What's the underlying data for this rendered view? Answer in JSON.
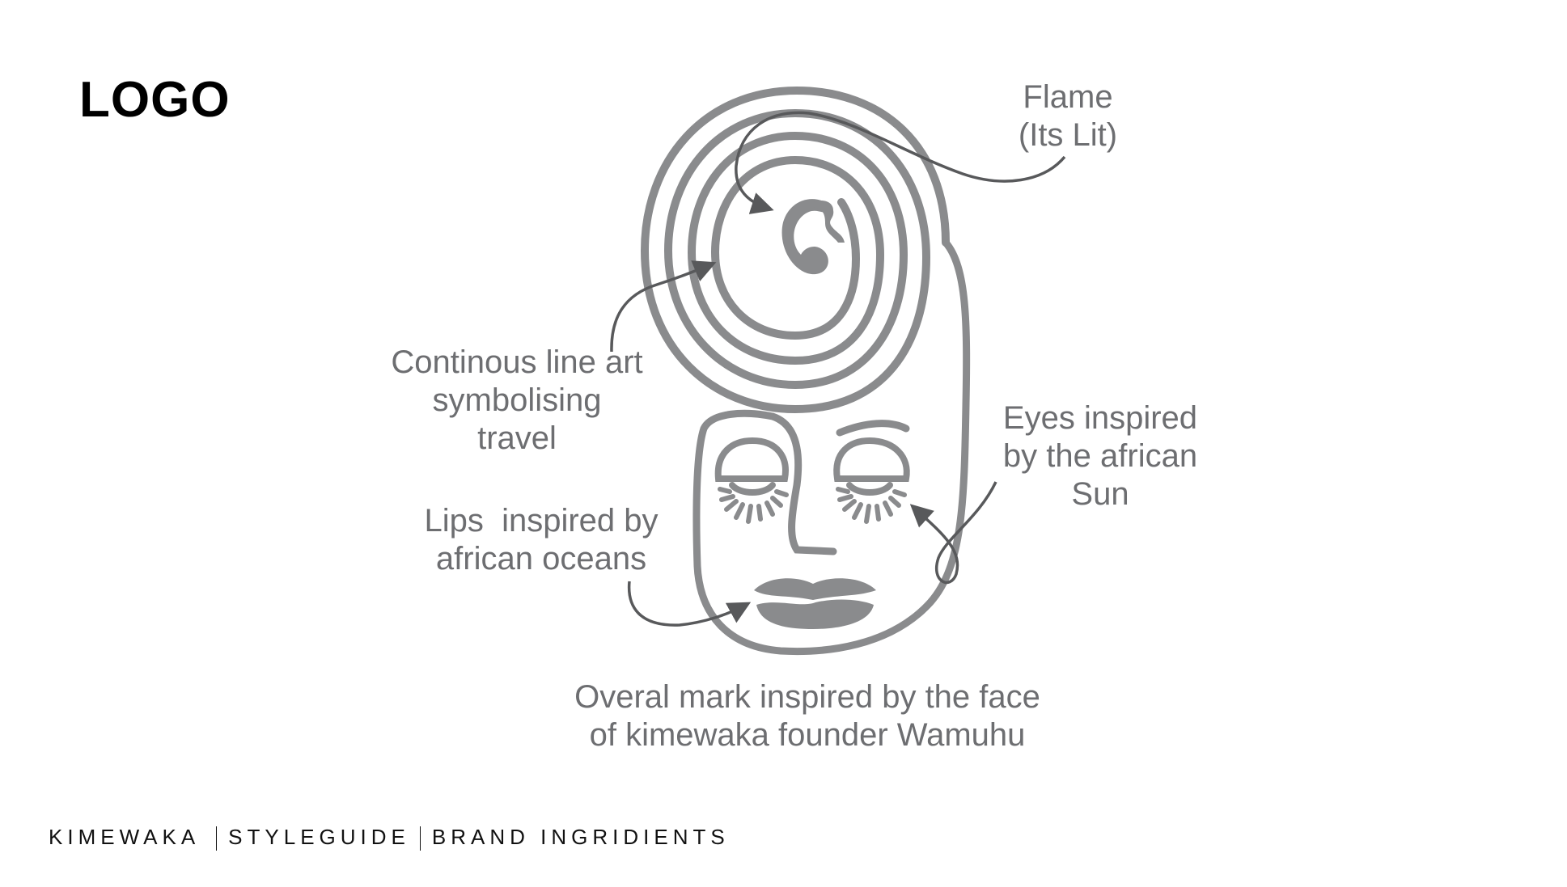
{
  "title": "LOGO",
  "annotations": {
    "flame": [
      "Flame",
      "(Its Lit)"
    ],
    "line_art": [
      "Continous line art",
      "symbolising",
      "travel"
    ],
    "eyes": [
      "Eyes inspired",
      "by the african",
      "Sun"
    ],
    "lips": [
      "Lips  inspired by",
      "african oceans"
    ],
    "overall": [
      "Overal mark inspired by the face",
      "of kimewaka founder Wamuhu"
    ]
  },
  "footer": {
    "brand": "KIMEWAKA",
    "section": "STYLEGUIDE",
    "page": "BRAND INGRIDIENTS"
  },
  "colors": {
    "mark": "#8a8b8d",
    "text": "#6d6e71",
    "arrow": "#58595b"
  }
}
